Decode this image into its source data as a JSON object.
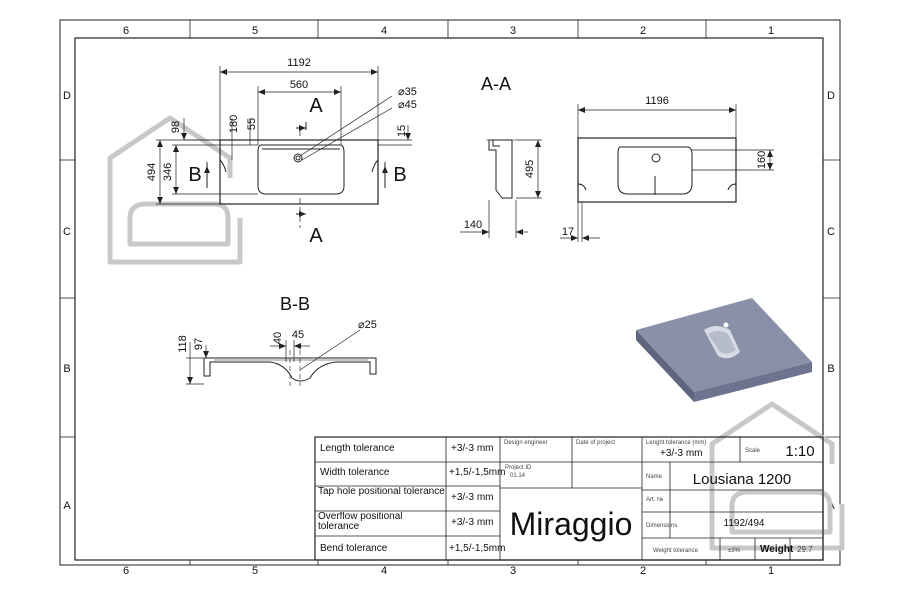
{
  "zones": {
    "columns": [
      "6",
      "5",
      "4",
      "3",
      "2",
      "1"
    ],
    "rows": [
      "D",
      "C",
      "B",
      "A"
    ]
  },
  "top_view": {
    "width_total": "1192",
    "width_bowl": "560",
    "hole_d1": "⌀35",
    "hole_d2": "⌀45",
    "h_total": "494",
    "h_bowl": "346",
    "d_98": "98",
    "d_180": "180",
    "d_55": "55",
    "d_15": "15",
    "section_a_top": "A",
    "section_a_bottom": "A",
    "section_b_left": "B",
    "section_b_right": "B"
  },
  "section_aa": {
    "title": "A-A",
    "width": "1196",
    "height": "495",
    "d_160": "160",
    "d_140": "140",
    "d_17": "17"
  },
  "section_bb": {
    "title": "B-B",
    "d_118": "118",
    "d_97": "97",
    "d_40": "40",
    "d_45": "45",
    "d_25": "⌀25"
  },
  "title_block": {
    "rows": [
      {
        "label": "Length tolerance",
        "value": "+3/-3 mm"
      },
      {
        "label": "Width tolerance",
        "value": "+1,5/-1,5mm"
      },
      {
        "label": "Tap hole positional tolerance",
        "value": "+3/-3 mm"
      },
      {
        "label": "Overflow positional tolerance",
        "value": "+3/-3 mm"
      },
      {
        "label": "Bend tolerance",
        "value": "+1,5/-1,5mm"
      }
    ],
    "design_engineer": "Design engineer",
    "date_of_project": "Date of project",
    "project_id_label": "Project ID",
    "project_id": "01.14",
    "brand": "Miraggio",
    "length_tol_label": "Lenght tolerance (mm)",
    "length_tol_value": "+3/-3 mm",
    "scale_label": "Scale",
    "scale": "1:10",
    "name_label": "Name",
    "name": "Lousiana 1200",
    "art_label": "Art. №",
    "dimensions_label": "Dimensions",
    "dimensions": "1192/494",
    "weight_tol_label": "Weight tolerance",
    "weight_tol_value": "±3%",
    "weight_label": "Weight",
    "weight_value": "29.7"
  },
  "colors": {
    "line": "#222222",
    "watermark": "#c8c8c8",
    "render": "#8a90a8"
  }
}
